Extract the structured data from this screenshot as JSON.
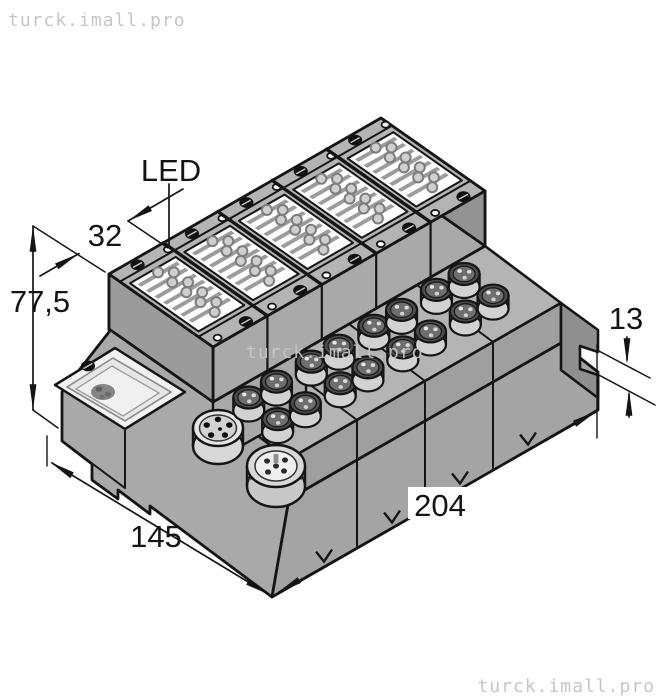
{
  "page": {
    "background": "#ffffff"
  },
  "watermarks": {
    "top_left": "turck.imall.pro",
    "center": "turck.imall.pro",
    "bottom_right": "turck.imall.pro"
  },
  "diagram": {
    "kind": "isometric-dimension-drawing",
    "led_label": "LED",
    "dimensions": {
      "module_width": {
        "value": "32"
      },
      "station_height": {
        "value": "77,5"
      },
      "foot_height": {
        "value": "13"
      },
      "station_length": {
        "value": "204"
      },
      "station_depth": {
        "value": "145"
      }
    },
    "colors": {
      "outline": "#151515",
      "top_gray": "#b4b4b4",
      "wall_gray": "#a9a9a9",
      "side_gray": "#9b9b9b",
      "slab_gray": "#a4a4a4",
      "endcap_gray": "#8f8f8f",
      "window_white": "#f2f2f2",
      "stripe_gray": "#9c9c9c",
      "watermark_gray": "#c6c6c6"
    }
  }
}
